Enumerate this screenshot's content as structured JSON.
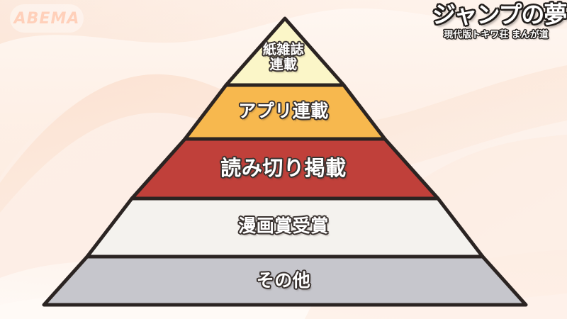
{
  "branding": {
    "watermark_text": "ABEMA",
    "logo_main": "ジャンプの夢",
    "logo_sub": "現代版トキワ荘 まんが道"
  },
  "colors": {
    "background_start": "#fdf0e8",
    "background_end": "#fdf6f0",
    "outline": "#2b2422",
    "tier_top": "#fbf6c8",
    "tier_second": "#f7b84e",
    "tier_third": "#c0403a",
    "tier_fourth": "#f4f2ee",
    "tier_bottom": "#c6c6cc",
    "label_text": "#ffffff",
    "label_outline": "#3a3330"
  },
  "chart_data": {
    "type": "pie",
    "title": "",
    "subtype": "pyramid",
    "orientation": "apex-up",
    "description": "5-level manga career aspiration pyramid",
    "levels": [
      {
        "rank": 1,
        "label": "紙雑誌\n連載",
        "label_flat": "紙雑誌連載",
        "color": "#fbf6c8"
      },
      {
        "rank": 2,
        "label": "アプリ連載",
        "label_flat": "アプリ連載",
        "color": "#f7b84e"
      },
      {
        "rank": 3,
        "label": "読み切り掲載",
        "label_flat": "読み切り掲載",
        "color": "#c0403a"
      },
      {
        "rank": 4,
        "label": "漫画賞受賞",
        "label_flat": "漫画賞受賞",
        "color": "#f4f2ee"
      },
      {
        "rank": 5,
        "label": "その他",
        "label_flat": "その他",
        "color": "#c6c6cc"
      }
    ],
    "categories": [
      "紙雑誌連載",
      "アプリ連載",
      "読み切り掲載",
      "漫画賞受賞",
      "その他"
    ],
    "values": [
      1,
      2,
      3,
      4,
      5
    ],
    "legend_position": "none",
    "grid": false
  }
}
